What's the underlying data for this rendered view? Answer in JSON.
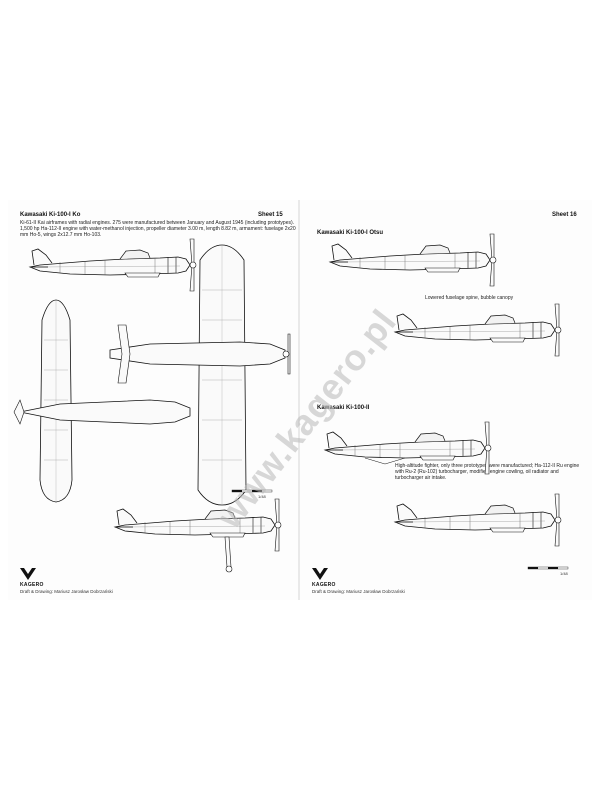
{
  "left_page": {
    "title": "Kawasaki Ki-100-I Ko",
    "sheet": "Sheet 15",
    "description": "Ki-61-II Kai airframes with radial engines. 275 were manufactured between January and August 1945 (including prototypes). 1,500 hp Ha-112-II engine with water-methanol injection, propeller diameter 3.00 m, length 8.82 m, armament: fuselage 2x20 mm Ho-5, wings 2x12.7 mm Ho-103.",
    "scale": "1/48",
    "credit": "Draft & Drawing: Mariusz Jarosław Dobrzański",
    "brand": "KAGERO"
  },
  "right_page": {
    "sheet": "Sheet 16",
    "title_1": "Kawasaki Ki-100-I Otsu",
    "caption_1": "Lowered fuselage spine, bubble canopy",
    "title_2": "Kawasaki Ki-100-II",
    "description_2": "High-altitude fighter, only three prototypes were manufactured; Ha-112-II Ru engine with Ru-2 (Ru-102) turbocharger, modified engine cowling, oil radiator and turbocharger air intake.",
    "scale": "1/48",
    "credit": "Draft & Drawing: Mariusz Jarosław Dobrzański",
    "brand": "KAGERO"
  },
  "watermark": "www.kagero.pl",
  "icons": {
    "logo": "kagero-logo-icon"
  }
}
